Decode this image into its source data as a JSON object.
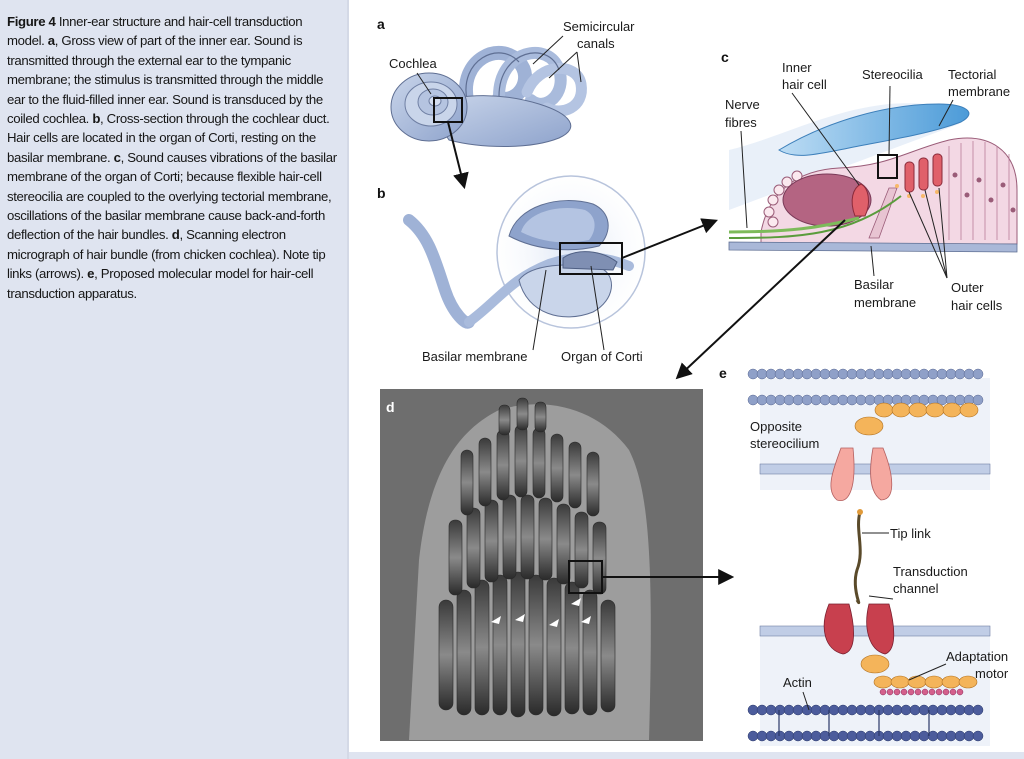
{
  "caption": {
    "figure_label": "Figure 4",
    "intro": " Inner-ear structure and hair-cell transduction model. ",
    "a_letter": "a",
    "a_text": ", Gross view of part of the inner ear. Sound is transmitted through the external ear to the tympanic membrane; the stimulus is transmitted through the middle ear to the fluid-filled inner ear. Sound is transduced by the coiled cochlea. ",
    "b_letter": "b",
    "b_text": ", Cross-section through the cochlear duct. Hair cells are located in the organ of Corti, resting on the basilar membrane. ",
    "c_letter": "c",
    "c_text": ", Sound causes vibrations of the basilar membrane of the organ of Corti; because flexible hair-cell stereocilia are coupled to the overlying tectorial membrane, oscillations of the basilar membrane cause back-and-forth deflection of the hair bundles. ",
    "d_letter": "d",
    "d_text": ", Scanning electron micrograph of hair bundle (from chicken cochlea). Note tip links (arrows). ",
    "e_letter": "e",
    "e_text": ", Proposed molecular model for hair-cell transduction apparatus."
  },
  "panels": {
    "a": {
      "letter": "a",
      "semicircular_line1": "Semicircular",
      "semicircular_line2": "canals",
      "cochlea": "Cochlea"
    },
    "b": {
      "letter": "b",
      "basilar_membrane": "Basilar membrane",
      "organ_of_corti": "Organ of Corti"
    },
    "c": {
      "letter": "c",
      "inner_line1": "Inner",
      "inner_line2": "hair cell",
      "stereocilia": "Stereocilia",
      "tectorial_line1": "Tectorial",
      "tectorial_line2": "membrane",
      "nerve_line1": "Nerve",
      "nerve_line2": "fibres",
      "basilar_line1": "Basilar",
      "basilar_line2": "membrane",
      "outer_line1": "Outer",
      "outer_line2": "hair cells"
    },
    "d": {
      "letter": "d"
    },
    "e": {
      "letter": "e",
      "opposite_line1": "Opposite",
      "opposite_line2": "stereocilium",
      "tip_link": "Tip link",
      "transduction_line1": "Transduction",
      "transduction_line2": "channel",
      "adaptation_line1": "Adaptation",
      "adaptation_line2": "motor",
      "actin": "Actin"
    }
  },
  "colors": {
    "caption_bg": "#dfe4f0",
    "tissue_blue": "#9fb2d6",
    "tectorial_blue": "#5aa4dc",
    "hair_cell_red": "#e0606a",
    "channel_red": "#c8404e",
    "motor_orange": "#f0a040",
    "actin_blue": "#4c5c9c"
  }
}
